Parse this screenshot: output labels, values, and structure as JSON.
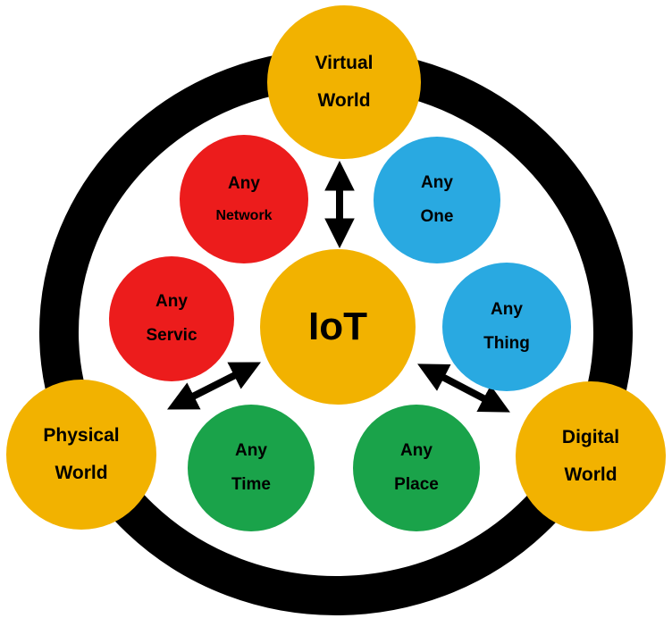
{
  "diagram": {
    "title": "IoT concept diagram",
    "type": "hub-and-spoke"
  },
  "colors": {
    "ring": "#000000",
    "arrow": "#000000",
    "yellow": "#F2B200",
    "red": "#EC1C1C",
    "blue": "#29A9E1",
    "green": "#1AA34A",
    "text": "#000000"
  },
  "nodes": {
    "iot": {
      "label": "IoT"
    },
    "virtual_world": {
      "line1": "Virtual",
      "line2": "World"
    },
    "physical_world": {
      "line1": "Physical",
      "line2": "World"
    },
    "digital_world": {
      "line1": "Digital",
      "line2": "World"
    },
    "any_network": {
      "line1": "Any",
      "line2": "Network"
    },
    "any_one": {
      "line1": "Any",
      "line2": "One"
    },
    "any_servic": {
      "line1": "Any",
      "line2": "Servic"
    },
    "any_thing": {
      "line1": "Any",
      "line2": "Thing"
    },
    "any_time": {
      "line1": "Any",
      "line2": "Time"
    },
    "any_place": {
      "line1": "Any",
      "line2": "Place"
    }
  },
  "connections": [
    {
      "from": "iot",
      "to": "virtual_world",
      "style": "double-arrow"
    },
    {
      "from": "iot",
      "to": "physical_world",
      "style": "double-arrow"
    },
    {
      "from": "iot",
      "to": "digital_world",
      "style": "double-arrow"
    }
  ]
}
